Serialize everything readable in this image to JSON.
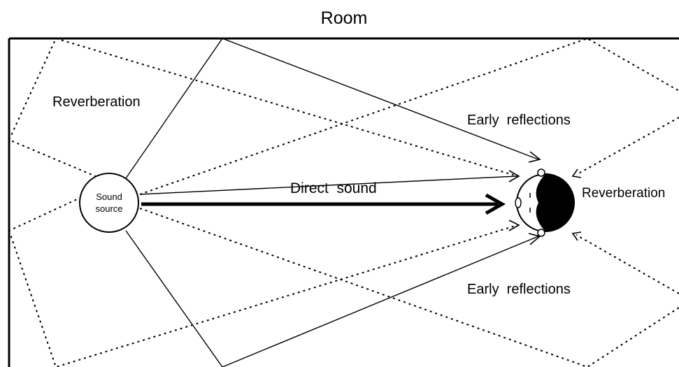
{
  "title": "Room",
  "labels": {
    "reverberation_top_left": "Reverberation",
    "early_reflections_top": "Early  reflections",
    "direct_sound": "Direct  sound",
    "reverberation_right": "Reverberation",
    "early_reflections_bottom": "Early  reflections",
    "source_line1": "Sound",
    "source_line2": "source"
  }
}
